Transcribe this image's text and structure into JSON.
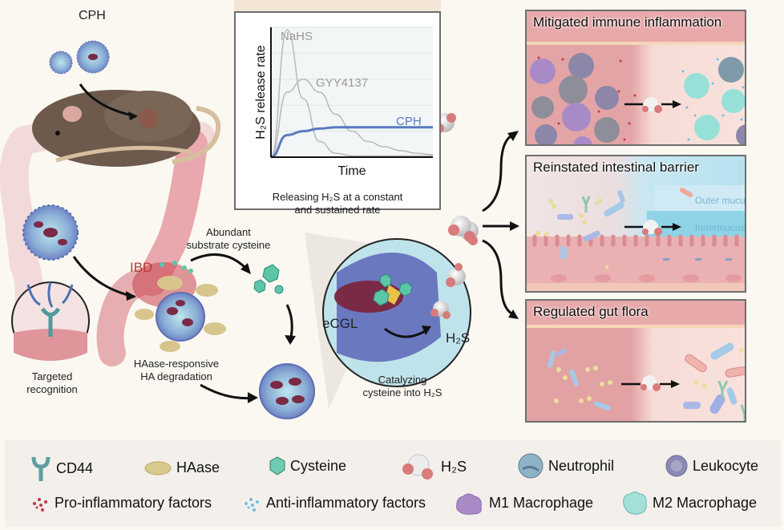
{
  "figure": {
    "cph_label": "CPH",
    "ibd_label": "IBD",
    "targeted_recognition": [
      "Targeted",
      "recognition"
    ],
    "abundant_cysteine": [
      "Abundant",
      "substrate cysteine"
    ],
    "haase_degradation": [
      "HAase-responsive",
      "HA degradation"
    ],
    "catalyzing": [
      "Catalyzing",
      "cysteine into H₂S"
    ],
    "ecgl_label": "eCGL",
    "h2s_label": "H₂S"
  },
  "chart_data": {
    "type": "line",
    "title": "",
    "xlabel": "Time",
    "ylabel": "H₂S release rate",
    "caption": [
      "Releasing H₂S at a constant",
      "and sustained rate"
    ],
    "x": [
      0,
      1,
      2,
      3,
      4,
      5,
      6,
      7,
      8,
      9,
      10
    ],
    "xlim": [
      0,
      10
    ],
    "ylim": [
      0,
      1
    ],
    "grid": true,
    "series": [
      {
        "name": "NaHS",
        "color": "#b9b9b9",
        "values": [
          0,
          0.98,
          0.45,
          0.12,
          0.03,
          0.01,
          0.01,
          0.01,
          0.01,
          0.01,
          0.01
        ]
      },
      {
        "name": "GYY4137",
        "color": "#b9b9b9",
        "values": [
          0,
          0.5,
          0.6,
          0.5,
          0.33,
          0.2,
          0.12,
          0.08,
          0.05,
          0.03,
          0.02
        ]
      },
      {
        "name": "CPH",
        "color": "#5a79c0",
        "values": [
          0,
          0.17,
          0.2,
          0.22,
          0.23,
          0.23,
          0.23,
          0.23,
          0.23,
          0.23,
          0.23
        ]
      }
    ]
  },
  "panels": [
    {
      "title": "Mitigated immune inflammation"
    },
    {
      "title": "Reinstated intestinal barrier",
      "outer_mucus": "Outer mucus layer",
      "inner_mucus": "Innermucus layer"
    },
    {
      "title": "Regulated gut flora"
    }
  ],
  "legend": {
    "row1": [
      {
        "icon": "cd44-receptor-icon",
        "label": "CD44"
      },
      {
        "icon": "haase-ellipse-icon",
        "label": "HAase"
      },
      {
        "icon": "cysteine-hexagon-icon",
        "label": "Cysteine"
      },
      {
        "icon": "h2s-molecule-icon",
        "label": "H₂S"
      },
      {
        "icon": "neutrophil-icon",
        "label": "Neutrophil"
      },
      {
        "icon": "leukocyte-icon",
        "label": "Leukocyte"
      }
    ],
    "row2": [
      {
        "icon": "pro-inflammatory-dots-icon",
        "label": "Pro-inflammatory factors"
      },
      {
        "icon": "anti-inflammatory-dots-icon",
        "label": "Anti-inflammatory factors"
      },
      {
        "icon": "m1-macrophage-icon",
        "label": "M1 Macrophage"
      },
      {
        "icon": "m2-macrophage-icon",
        "label": "M2 Macrophage"
      }
    ]
  },
  "colors": {
    "pro_inflammatory": "#c0394a",
    "anti_inflammatory": "#6cc0e6",
    "ibd_text": "#b63a3a",
    "cph_line": "#5a79c0"
  }
}
